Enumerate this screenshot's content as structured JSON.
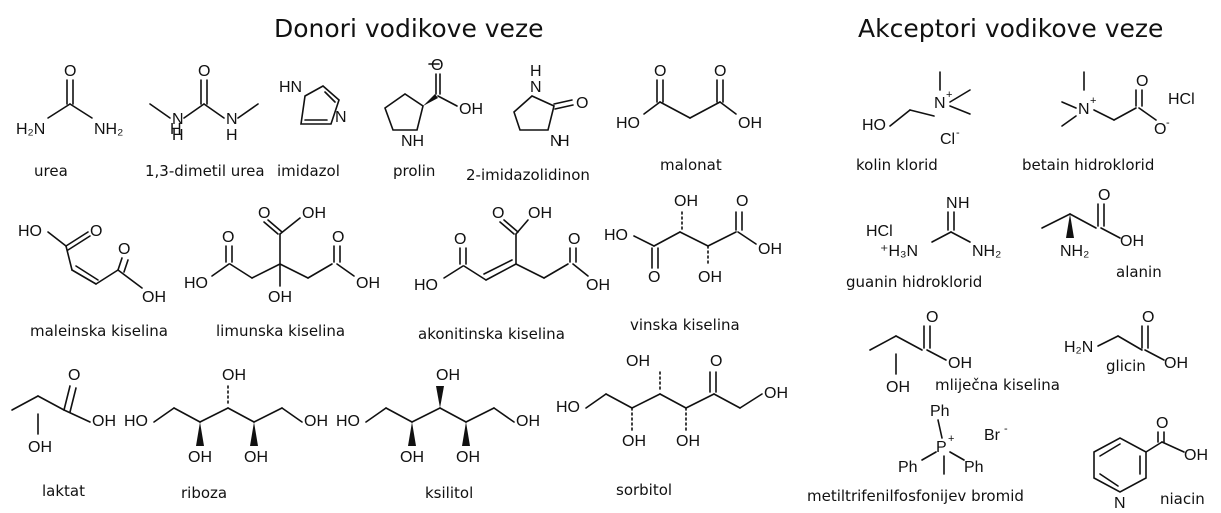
{
  "titles": {
    "donors": "Donori vodikove veze",
    "acceptors": "Akceptori vodikove veze"
  },
  "molecules": {
    "urea": "urea",
    "dimethylurea": "1,3-dimetil urea",
    "imidazol": "imidazol",
    "prolin": "prolin",
    "imidazolidinon": "2-imidazolidinon",
    "malonat": "malonat",
    "maleinska": "maleinska kiselina",
    "limunska": "limunska kiselina",
    "akonitinska": "akonitinska kiselina",
    "vinska": "vinska kiselina",
    "laktat": "laktat",
    "riboza": "riboza",
    "ksilitol": "ksilitol",
    "sorbitol": "sorbitol",
    "kolin": "kolin klorid",
    "betain": "betain hidroklorid",
    "guanin": "guanin hidroklorid",
    "alanin": "alanin",
    "mlijecna": "mliječna kiselina",
    "glicin": "glicin",
    "fosfonij": "metiltrifenilfosfonijev bromid",
    "niacin": "niacin"
  },
  "atoms": {
    "O": "O",
    "OH": "OH",
    "HO": "HO",
    "N": "N",
    "H": "H",
    "HN": "HN",
    "NH": "NH",
    "H2N": "H₂N",
    "NH2": "NH₂",
    "Cl": "Cl",
    "Br": "Br",
    "HCl": "HCl",
    "H3N": "⁺H₃N",
    "P": "P",
    "Ph": "Ph",
    "plus": "+",
    "minus": "-"
  },
  "colors": {
    "ink": "#111111",
    "background": "#ffffff"
  }
}
